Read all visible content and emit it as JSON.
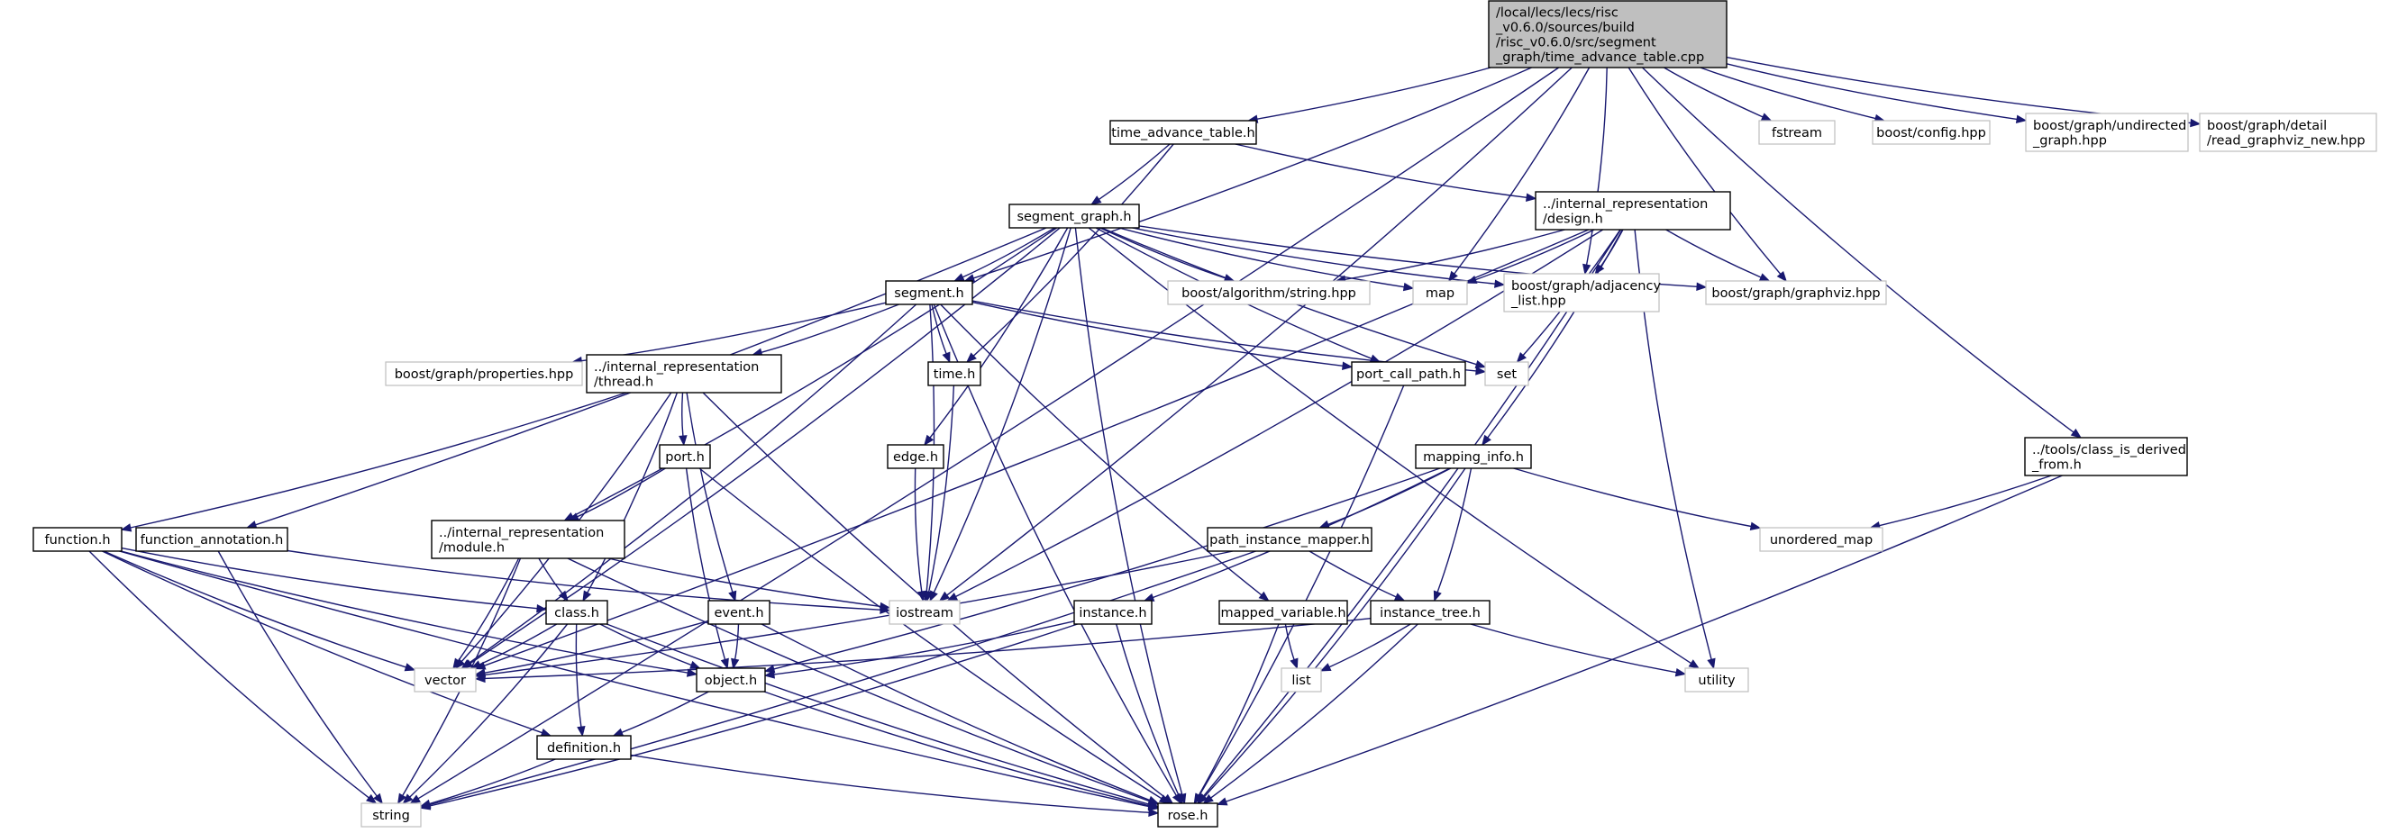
{
  "diagram": {
    "kind": "include dependency graph",
    "colors": {
      "edge": "#191970",
      "node_border": "#000000",
      "external_node_border": "#bfbfbf",
      "root_fill": "#bfbfbf",
      "background": "#ffffff"
    },
    "nodes": [
      {
        "id": "root",
        "style": "root",
        "lines": [
          "/local/lecs/lecs/risc",
          "_v0.6.0/sources/build",
          "/risc_v0.6.0/src/segment",
          "_graph/time_advance_table.cpp"
        ]
      },
      {
        "id": "time_advance_table_h",
        "style": "doc",
        "lines": [
          "time_advance_table.h"
        ]
      },
      {
        "id": "fstream",
        "style": "ext",
        "lines": [
          "fstream"
        ]
      },
      {
        "id": "boost_config",
        "style": "ext",
        "lines": [
          "boost/config.hpp"
        ]
      },
      {
        "id": "boost_undirected",
        "style": "ext",
        "lines": [
          "boost/graph/undirected",
          "_graph.hpp"
        ]
      },
      {
        "id": "boost_read_graphviz",
        "style": "ext",
        "lines": [
          "boost/graph/detail",
          "/read_graphviz_new.hpp"
        ]
      },
      {
        "id": "segment_graph_h",
        "style": "doc",
        "lines": [
          "segment_graph.h"
        ]
      },
      {
        "id": "design_h",
        "style": "doc",
        "lines": [
          "../internal_representation",
          "/design.h"
        ]
      },
      {
        "id": "boost_string",
        "style": "ext",
        "lines": [
          "boost/algorithm/string.hpp"
        ]
      },
      {
        "id": "map",
        "style": "ext",
        "lines": [
          "map"
        ]
      },
      {
        "id": "boost_adjacency",
        "style": "ext",
        "lines": [
          "boost/graph/adjacency",
          "_list.hpp"
        ]
      },
      {
        "id": "boost_graphviz",
        "style": "ext",
        "lines": [
          "boost/graph/graphviz.hpp"
        ]
      },
      {
        "id": "segment_h",
        "style": "doc",
        "lines": [
          "segment.h"
        ]
      },
      {
        "id": "boost_properties",
        "style": "ext",
        "lines": [
          "boost/graph/properties.hpp"
        ]
      },
      {
        "id": "thread_h",
        "style": "doc",
        "lines": [
          "../internal_representation",
          "/thread.h"
        ]
      },
      {
        "id": "time_h",
        "style": "doc",
        "lines": [
          "time.h"
        ]
      },
      {
        "id": "port_call_path_h",
        "style": "doc",
        "lines": [
          "port_call_path.h"
        ]
      },
      {
        "id": "set",
        "style": "ext",
        "lines": [
          "set"
        ]
      },
      {
        "id": "port_h",
        "style": "doc",
        "lines": [
          "port.h"
        ]
      },
      {
        "id": "edge_h",
        "style": "doc",
        "lines": [
          "edge.h"
        ]
      },
      {
        "id": "mapping_info_h",
        "style": "doc",
        "lines": [
          "mapping_info.h"
        ]
      },
      {
        "id": "class_is_derived_h",
        "style": "doc",
        "lines": [
          "../tools/class_is_derived",
          "_from.h"
        ]
      },
      {
        "id": "function_h",
        "style": "doc",
        "lines": [
          "function.h"
        ]
      },
      {
        "id": "function_annotation_h",
        "style": "doc",
        "lines": [
          "function_annotation.h"
        ]
      },
      {
        "id": "module_h",
        "style": "doc",
        "lines": [
          "../internal_representation",
          "/module.h"
        ]
      },
      {
        "id": "path_instance_mapper_h",
        "style": "doc",
        "lines": [
          "path_instance_mapper.h"
        ]
      },
      {
        "id": "unordered_map",
        "style": "ext",
        "lines": [
          "unordered_map"
        ]
      },
      {
        "id": "iostream",
        "style": "ext",
        "lines": [
          "iostream"
        ]
      },
      {
        "id": "class_h",
        "style": "doc",
        "lines": [
          "class.h"
        ]
      },
      {
        "id": "event_h",
        "style": "doc",
        "lines": [
          "event.h"
        ]
      },
      {
        "id": "instance_h",
        "style": "doc",
        "lines": [
          "instance.h"
        ]
      },
      {
        "id": "mapped_variable_h",
        "style": "doc",
        "lines": [
          "mapped_variable.h"
        ]
      },
      {
        "id": "instance_tree_h",
        "style": "doc",
        "lines": [
          "instance_tree.h"
        ]
      },
      {
        "id": "vector",
        "style": "ext",
        "lines": [
          "vector"
        ]
      },
      {
        "id": "object_h",
        "style": "doc",
        "lines": [
          "object.h"
        ]
      },
      {
        "id": "list",
        "style": "ext",
        "lines": [
          "list"
        ]
      },
      {
        "id": "utility",
        "style": "ext",
        "lines": [
          "utility"
        ]
      },
      {
        "id": "definition_h",
        "style": "doc",
        "lines": [
          "definition.h"
        ]
      },
      {
        "id": "string",
        "style": "ext",
        "lines": [
          "string"
        ]
      },
      {
        "id": "rose_h",
        "style": "doc",
        "lines": [
          "rose.h"
        ]
      }
    ],
    "edges": [
      [
        "root",
        "string"
      ],
      [
        "root",
        "time_advance_table_h"
      ],
      [
        "root",
        "iostream"
      ],
      [
        "root",
        "segment_h"
      ],
      [
        "root",
        "map"
      ],
      [
        "root",
        "boost_adjacency"
      ],
      [
        "root",
        "boost_graphviz"
      ],
      [
        "root",
        "class_is_derived_h"
      ],
      [
        "root",
        "fstream"
      ],
      [
        "root",
        "boost_config"
      ],
      [
        "root",
        "boost_undirected"
      ],
      [
        "root",
        "boost_read_graphviz"
      ],
      [
        "time_advance_table_h",
        "segment_graph_h"
      ],
      [
        "time_advance_table_h",
        "design_h"
      ],
      [
        "time_advance_table_h",
        "time_h"
      ],
      [
        "segment_graph_h",
        "segment_h"
      ],
      [
        "segment_graph_h",
        "boost_string"
      ],
      [
        "segment_graph_h",
        "map"
      ],
      [
        "segment_graph_h",
        "boost_adjacency"
      ],
      [
        "segment_graph_h",
        "boost_graphviz"
      ],
      [
        "segment_graph_h",
        "set"
      ],
      [
        "segment_graph_h",
        "port_call_path_h"
      ],
      [
        "segment_graph_h",
        "edge_h"
      ],
      [
        "segment_graph_h",
        "iostream"
      ],
      [
        "segment_graph_h",
        "function_annotation_h"
      ],
      [
        "segment_graph_h",
        "vector"
      ],
      [
        "segment_graph_h",
        "module_h"
      ],
      [
        "segment_graph_h",
        "utility"
      ],
      [
        "segment_graph_h",
        "rose_h"
      ],
      [
        "design_h",
        "boost_string"
      ],
      [
        "design_h",
        "map"
      ],
      [
        "design_h",
        "boost_adjacency"
      ],
      [
        "design_h",
        "boost_graphviz"
      ],
      [
        "design_h",
        "set"
      ],
      [
        "design_h",
        "mapping_info_h"
      ],
      [
        "design_h",
        "iostream"
      ],
      [
        "design_h",
        "vector"
      ],
      [
        "design_h",
        "utility"
      ],
      [
        "design_h",
        "rose_h"
      ],
      [
        "segment_h",
        "boost_properties"
      ],
      [
        "segment_h",
        "thread_h"
      ],
      [
        "segment_h",
        "time_h"
      ],
      [
        "segment_h",
        "port_call_path_h"
      ],
      [
        "segment_h",
        "set"
      ],
      [
        "segment_h",
        "iostream"
      ],
      [
        "segment_h",
        "mapped_variable_h"
      ],
      [
        "segment_h",
        "rose_h"
      ],
      [
        "segment_h",
        "vector"
      ],
      [
        "thread_h",
        "function_h"
      ],
      [
        "thread_h",
        "port_h"
      ],
      [
        "thread_h",
        "class_h"
      ],
      [
        "thread_h",
        "event_h"
      ],
      [
        "thread_h",
        "vector"
      ],
      [
        "thread_h",
        "rose_h"
      ],
      [
        "time_h",
        "iostream"
      ],
      [
        "port_call_path_h",
        "rose_h"
      ],
      [
        "edge_h",
        "iostream"
      ],
      [
        "port_h",
        "module_h"
      ],
      [
        "port_h",
        "object_h"
      ],
      [
        "port_h",
        "rose_h"
      ],
      [
        "mapping_info_h",
        "path_instance_mapper_h"
      ],
      [
        "mapping_info_h",
        "unordered_map"
      ],
      [
        "mapping_info_h",
        "instance_h"
      ],
      [
        "mapping_info_h",
        "instance_tree_h"
      ],
      [
        "mapping_info_h",
        "object_h"
      ],
      [
        "mapping_info_h",
        "rose_h"
      ],
      [
        "class_is_derived_h",
        "unordered_map"
      ],
      [
        "class_is_derived_h",
        "rose_h"
      ],
      [
        "function_h",
        "class_h"
      ],
      [
        "function_h",
        "vector"
      ],
      [
        "function_h",
        "definition_h"
      ],
      [
        "function_h",
        "string"
      ],
      [
        "function_h",
        "rose_h"
      ],
      [
        "function_h",
        "object_h"
      ],
      [
        "function_annotation_h",
        "iostream"
      ],
      [
        "function_annotation_h",
        "string"
      ],
      [
        "module_h",
        "class_h"
      ],
      [
        "module_h",
        "vector"
      ],
      [
        "module_h",
        "string"
      ],
      [
        "module_h",
        "iostream"
      ],
      [
        "module_h",
        "rose_h"
      ],
      [
        "path_instance_mapper_h",
        "vector"
      ],
      [
        "path_instance_mapper_h",
        "instance_tree_h"
      ],
      [
        "path_instance_mapper_h",
        "string"
      ],
      [
        "class_h",
        "vector"
      ],
      [
        "class_h",
        "object_h"
      ],
      [
        "class_h",
        "definition_h"
      ],
      [
        "class_h",
        "string"
      ],
      [
        "class_h",
        "rose_h"
      ],
      [
        "event_h",
        "object_h"
      ],
      [
        "event_h",
        "vector"
      ],
      [
        "event_h",
        "rose_h"
      ],
      [
        "instance_h",
        "object_h"
      ],
      [
        "instance_h",
        "rose_h"
      ],
      [
        "instance_h",
        "string"
      ],
      [
        "mapped_variable_h",
        "list"
      ],
      [
        "mapped_variable_h",
        "rose_h"
      ],
      [
        "instance_tree_h",
        "list"
      ],
      [
        "instance_tree_h",
        "utility"
      ],
      [
        "instance_tree_h",
        "vector"
      ],
      [
        "instance_tree_h",
        "rose_h"
      ],
      [
        "object_h",
        "definition_h"
      ],
      [
        "object_h",
        "rose_h"
      ],
      [
        "definition_h",
        "string"
      ],
      [
        "definition_h",
        "rose_h"
      ]
    ]
  }
}
